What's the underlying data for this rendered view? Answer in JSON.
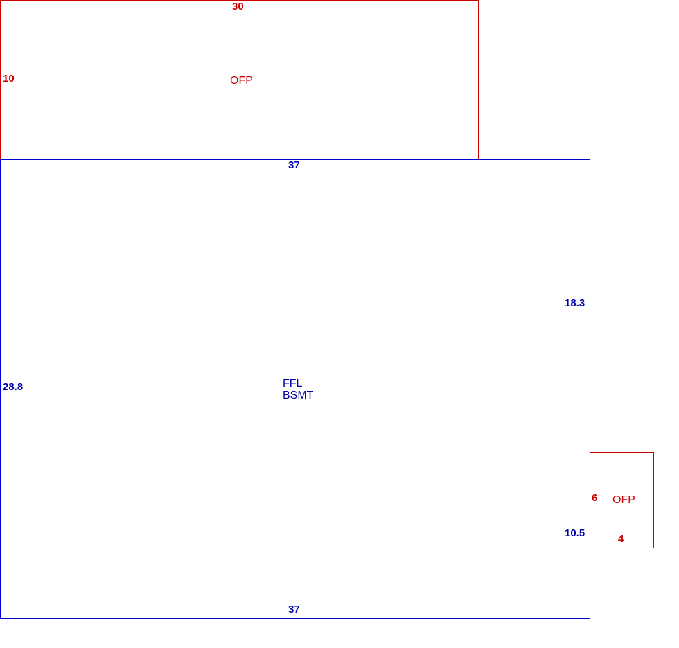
{
  "colors": {
    "porch": "#cc0000",
    "living": "#0000cc",
    "living_text": "#0000aa"
  },
  "areas": {
    "top_porch": {
      "code": "OFP",
      "width_label": "30",
      "depth_label": "10"
    },
    "main_house": {
      "code_line1": "FFL",
      "code_line2": "BSMT",
      "top_label": "37",
      "bottom_label": "37",
      "left_label": "28.8",
      "right_upper_label": "18.3",
      "right_lower_label": "10.5"
    },
    "side_porch": {
      "code": "OFP",
      "depth_label": "6",
      "width_label": "4"
    }
  }
}
